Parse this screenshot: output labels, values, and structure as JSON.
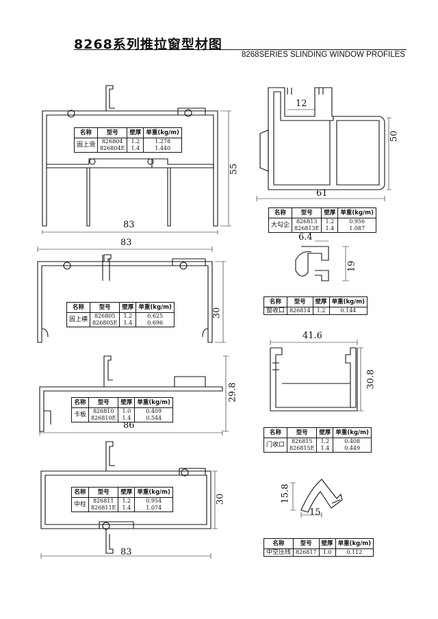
{
  "header": {
    "title": "8268系列推拉窗型材图",
    "subtitle": "8268SERIES SLINDING WINDOW PROFILES"
  },
  "table_headers": [
    "名称",
    "型号",
    "壁厚",
    "单重(kg/m)"
  ],
  "profiles": [
    {
      "id": "p1",
      "name": "固上滑",
      "models": [
        "826804",
        "826804E"
      ],
      "thickness": [
        "1.2",
        "1.4"
      ],
      "weight": [
        "1.278",
        "1.440"
      ],
      "dims": [
        "55",
        "83"
      ]
    },
    {
      "id": "p2",
      "name": "大勾企",
      "models": [
        "826813",
        "826813E"
      ],
      "thickness": [
        "1.2",
        "1.4"
      ],
      "weight": [
        "0.956",
        "1.087"
      ],
      "dims": [
        "12",
        "50",
        "61"
      ]
    },
    {
      "id": "p3",
      "name": "固上横",
      "models": [
        "826805",
        "826805E"
      ],
      "thickness": [
        "1.2",
        "1.4"
      ],
      "weight": [
        "0.625",
        "0.696"
      ],
      "dims": [
        "83",
        "30"
      ]
    },
    {
      "id": "p4",
      "name": "窗收口",
      "models": [
        "826814"
      ],
      "thickness": [
        "1.2"
      ],
      "weight": [
        "0.144"
      ],
      "dims": [
        "6.4",
        "19"
      ]
    },
    {
      "id": "p5",
      "name": "卡板",
      "models": [
        "826810",
        "826810E"
      ],
      "thickness": [
        "1.0",
        "1.4"
      ],
      "weight": [
        "0.409",
        "0.544"
      ],
      "dims": [
        "29.8",
        "86"
      ]
    },
    {
      "id": "p6",
      "name": "门收口",
      "models": [
        "826815",
        "826815E"
      ],
      "thickness": [
        "1.2",
        "1.4"
      ],
      "weight": [
        "0.408",
        "0.449"
      ],
      "dims": [
        "41.6",
        "30.8"
      ]
    },
    {
      "id": "p7",
      "name": "中柱",
      "models": [
        "826811",
        "826811E"
      ],
      "thickness": [
        "1.2",
        "1.4"
      ],
      "weight": [
        "0.954",
        "1.074"
      ],
      "dims": [
        "30",
        "83"
      ]
    },
    {
      "id": "p8",
      "name": "中空压线",
      "models": [
        "826817"
      ],
      "thickness": [
        "1.0"
      ],
      "weight": [
        "0.112"
      ],
      "dims": [
        "15.8",
        "15"
      ]
    }
  ]
}
